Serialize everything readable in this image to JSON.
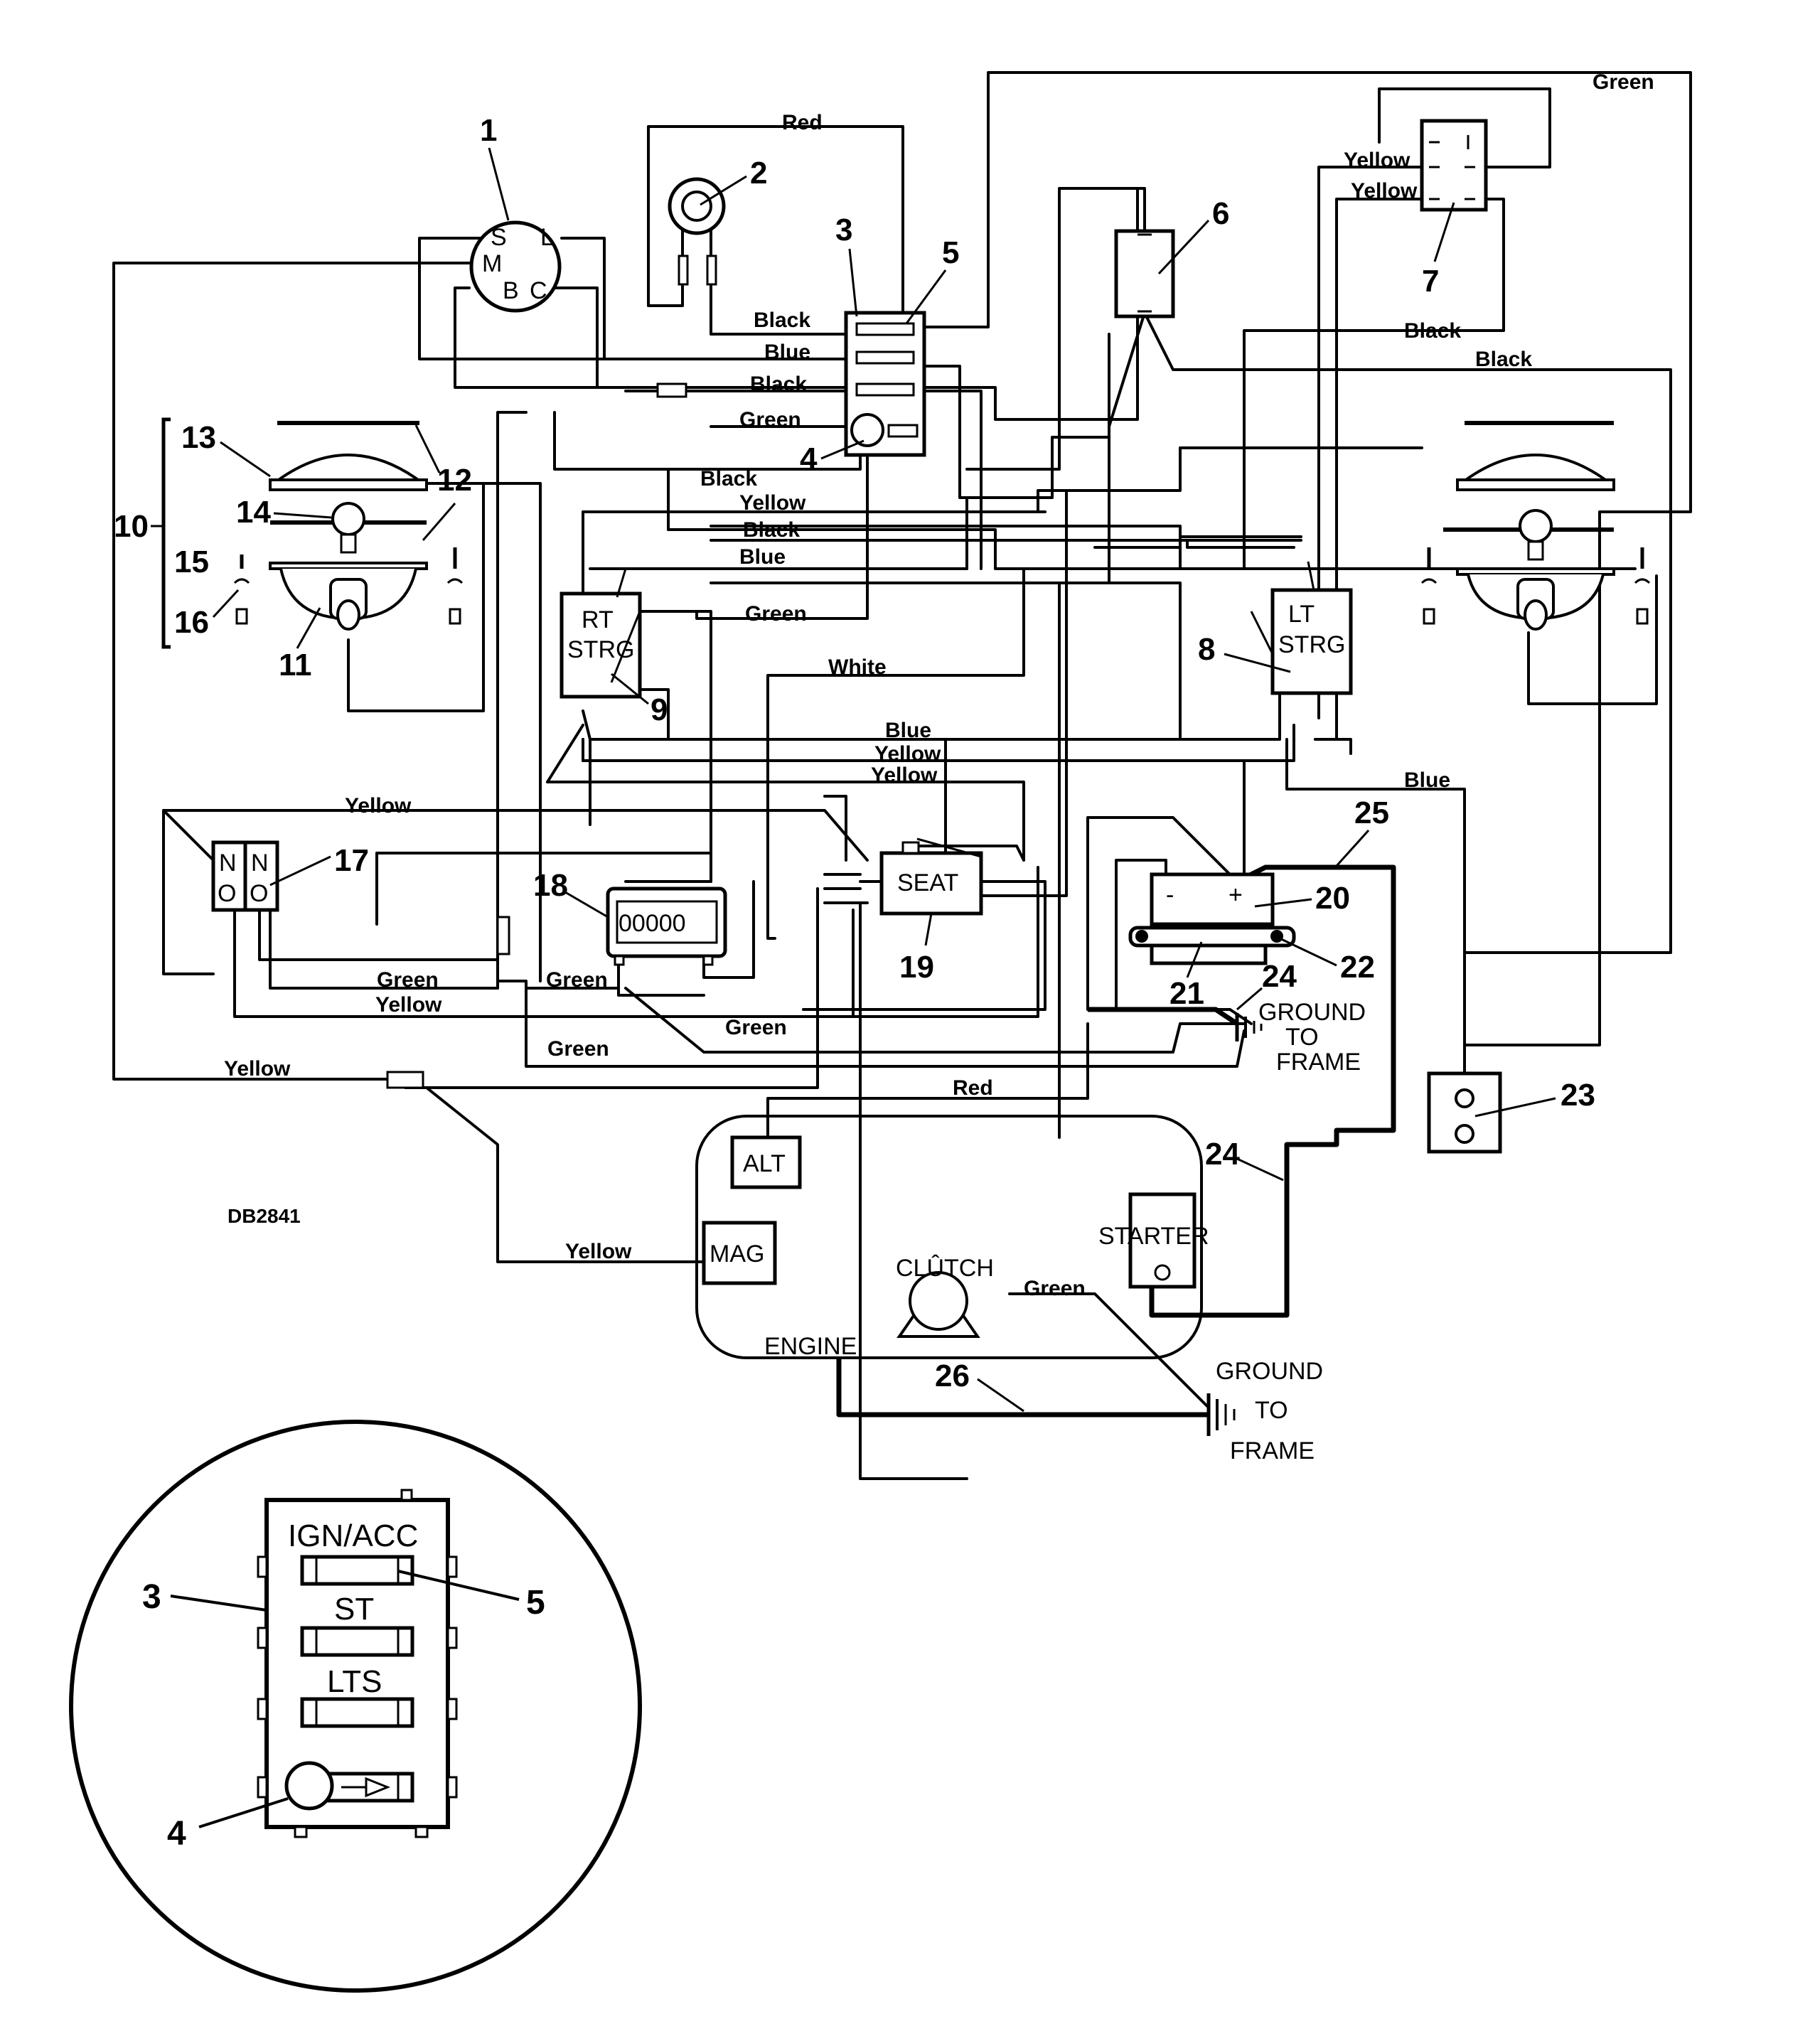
{
  "diagram_id": "DB2841",
  "wire_colors": {
    "red": "Red",
    "black": "Black",
    "blue": "Blue",
    "green": "Green",
    "yellow": "Yellow",
    "white": "White"
  },
  "callouts": [
    "1",
    "2",
    "3",
    "4",
    "5",
    "6",
    "7",
    "8",
    "9",
    "10",
    "11",
    "12",
    "13",
    "14",
    "15",
    "16",
    "17",
    "18",
    "19",
    "20",
    "21",
    "22",
    "23",
    "24",
    "25",
    "26"
  ],
  "component_labels": {
    "ign_s": "S",
    "ign_l": "L",
    "ign_m": "M",
    "ign_b": "B",
    "ign_c": "C",
    "rt_strg_1": "RT",
    "rt_strg_2": "STRG",
    "lt_strg_1": "LT",
    "lt_strg_2": "STRG",
    "seat": "SEAT",
    "hour_meter": "00000",
    "no_switch_a": "N",
    "no_switch_b": "N",
    "no_switch_c": "O",
    "no_switch_d": "O",
    "battery_neg": "-",
    "battery_pos": "+",
    "alt": "ALT",
    "mag": "MAG",
    "clutch": "CLÛTCH",
    "starter": "STARTER",
    "engine": "ENGINE",
    "ground_1": "GROUND",
    "to_1": "TO",
    "frame_1": "FRAME",
    "ground_2": "GROUND",
    "to_2": "TO",
    "frame_2": "FRAME"
  },
  "inset": {
    "ign_acc": "IGN/ACC",
    "st": "ST",
    "lts": "LTS"
  }
}
